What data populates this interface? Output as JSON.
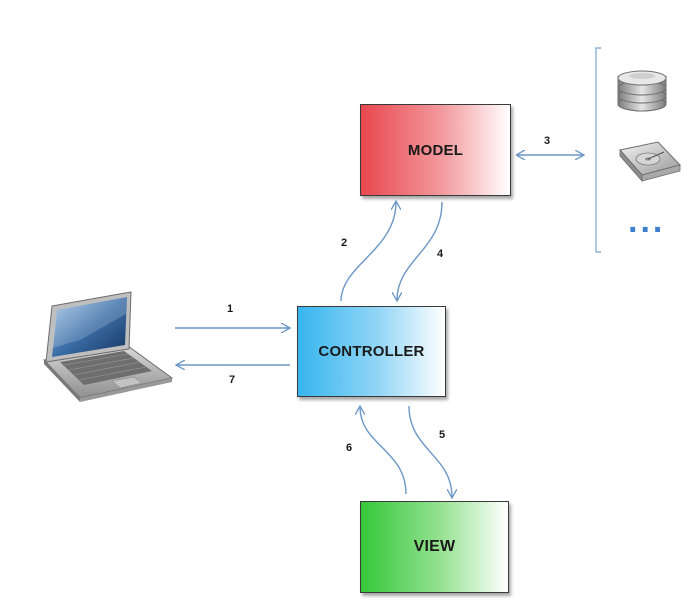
{
  "boxes": {
    "model": "MODEL",
    "controller": "CONTROLLER",
    "view": "VIEW"
  },
  "arrows": {
    "a1": "1",
    "a2": "2",
    "a3": "3",
    "a4": "4",
    "a5": "5",
    "a6": "6",
    "a7": "7"
  },
  "storage": {
    "more": "..."
  },
  "colors": {
    "model": "#e8474f",
    "controller": "#36b5ee",
    "view": "#35c83a",
    "arrow": "#6b97c6",
    "dots": "#3f7fd0"
  }
}
